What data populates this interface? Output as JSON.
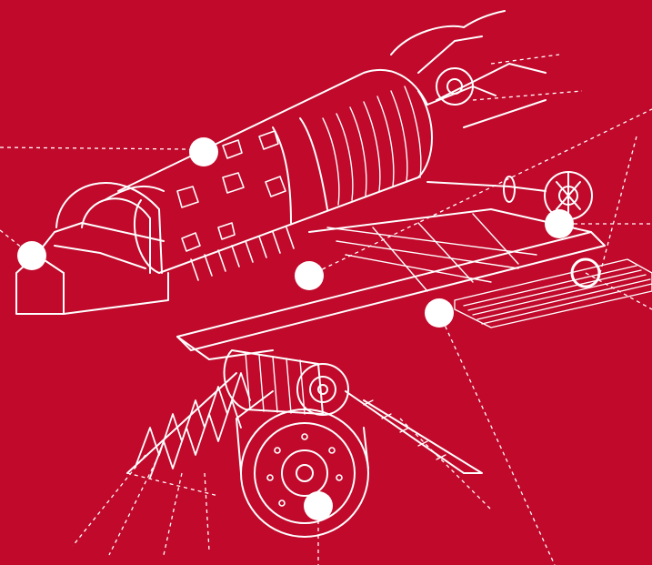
{
  "colors": {
    "background": "#C0092B",
    "line": "#FFFFFF"
  },
  "hotspots": [
    {
      "id": "hotspot-1",
      "style": "filled"
    },
    {
      "id": "hotspot-2",
      "style": "filled"
    },
    {
      "id": "hotspot-3",
      "style": "filled"
    },
    {
      "id": "hotspot-4",
      "style": "filled"
    },
    {
      "id": "hotspot-5",
      "style": "filled"
    },
    {
      "id": "hotspot-6",
      "style": "filled"
    },
    {
      "id": "hotspot-7",
      "style": "outline"
    }
  ]
}
